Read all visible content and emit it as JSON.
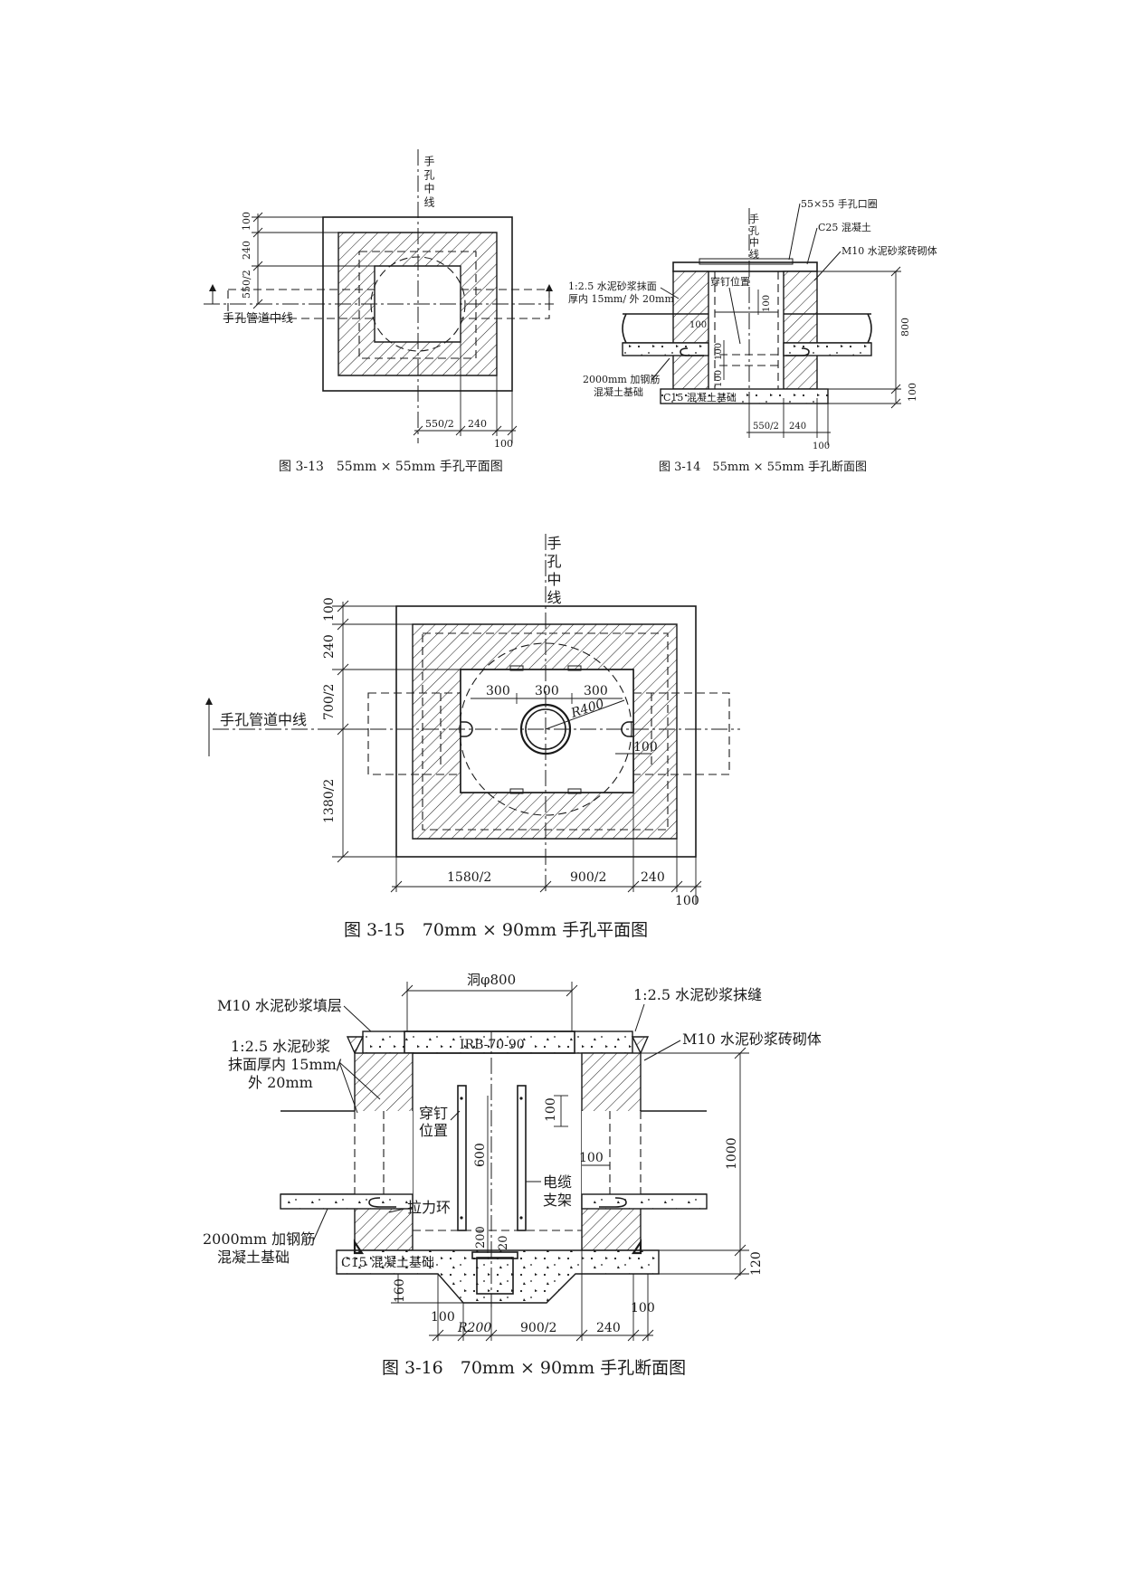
{
  "fig13": {
    "centerline_label": "手孔中线",
    "pipe_label": "手孔管道中线",
    "dims_left": [
      "100",
      "240",
      "550/2"
    ],
    "dims_bottom": [
      "550/2",
      "240",
      "100"
    ],
    "caption": "图 3-13　55mm × 55mm 手孔平面图"
  },
  "fig14": {
    "centerline_label": "手孔中线",
    "labels": {
      "rim": "55×55 手孔口圈",
      "concrete": "C25 混凝土",
      "brick": "M10 水泥砂浆砖砌体",
      "plaster_1": "1:2.5 水泥砂浆抹面",
      "plaster_2": "厚内 15mm/ 外 20mm",
      "nail": "穿钉位置",
      "rebar_1": "2000mm 加钢筋",
      "rebar_2": "混凝土基础",
      "base": "C15 混凝土基础"
    },
    "dims_inner": [
      "100",
      "100",
      "100",
      "100"
    ],
    "dims_right": [
      "800",
      "100"
    ],
    "dims_bottom": [
      "550/2",
      "240",
      "100"
    ],
    "caption": "图 3-14　55mm × 55mm 手孔断面图"
  },
  "fig15": {
    "centerline_label": "手孔中线",
    "pipe_label": "手孔管道中线",
    "dims_left": [
      "100",
      "240",
      "700/2",
      "1380/2"
    ],
    "dims_inner": [
      "300",
      "300",
      "300",
      "R400",
      "100"
    ],
    "dims_bottom": [
      "1580/2",
      "900/2",
      "240",
      "100"
    ],
    "caption": "图 3-15　70mm × 90mm 手孔平面图"
  },
  "fig16": {
    "labels": {
      "opening": "洞φ800",
      "fill_layer": "M10 水泥砂浆填层",
      "joint": "1:2.5 水泥砂浆抹缝",
      "brick": "M10 水泥砂浆砖砌体",
      "plaster_1": "1:2.5 水泥砂浆",
      "plaster_2": "抹面厚内 15mm/",
      "plaster_3": "外 20mm",
      "lid": "IRB-70-90",
      "nail_1": "穿钉",
      "nail_2": "位置",
      "bracket_1": "电缆",
      "bracket_2": "支架",
      "ring": "拉力环",
      "rebar_1": "2000mm 加钢筋",
      "rebar_2": "混凝土基础",
      "base": "C15 混凝土基础"
    },
    "dims_inner": [
      "100",
      "600",
      "100",
      "200",
      "20"
    ],
    "dims_right": [
      "1000",
      "120"
    ],
    "dims_bottom": [
      "160",
      "100",
      "R200",
      "900/2",
      "240",
      "100"
    ],
    "caption": "图 3-16　70mm × 90mm 手孔断面图"
  }
}
